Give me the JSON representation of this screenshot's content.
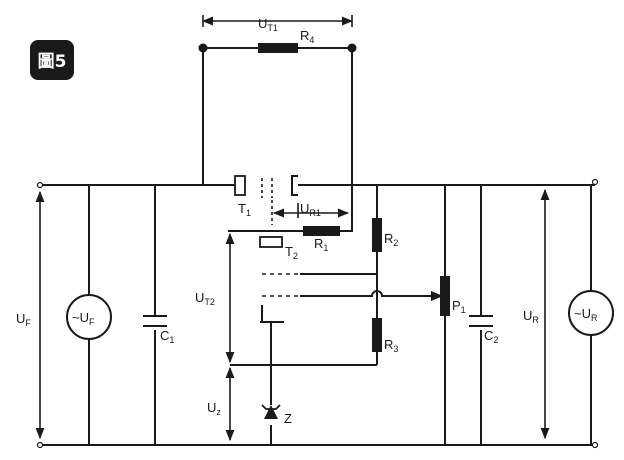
{
  "figure": {
    "badge": "圖5"
  },
  "labels": {
    "ut1": {
      "main": "U",
      "sub": "T1"
    },
    "r4": {
      "main": "R",
      "sub": "4"
    },
    "t1": {
      "main": "T",
      "sub": "1"
    },
    "ur1": {
      "main": "U",
      "sub": "R1"
    },
    "r1": {
      "main": "R",
      "sub": "1"
    },
    "t2": {
      "main": "T",
      "sub": "2"
    },
    "r2": {
      "main": "R",
      "sub": "2"
    },
    "ut2": {
      "main": "U",
      "sub": "T2"
    },
    "p1": {
      "main": "P",
      "sub": "1"
    },
    "r3": {
      "main": "R",
      "sub": "3"
    },
    "c1": {
      "main": "C",
      "sub": "1"
    },
    "c2": {
      "main": "C",
      "sub": "2"
    },
    "uf": {
      "main": "U",
      "sub": "F"
    },
    "ur": {
      "main": "U",
      "sub": "R"
    },
    "srcf": {
      "main": "~U",
      "sub": "F"
    },
    "srcr": {
      "main": "~U",
      "sub": "R"
    },
    "uz": {
      "main": "U",
      "sub": "z"
    },
    "z": {
      "main": "Z",
      "sub": ""
    }
  },
  "colors": {
    "ink": "#1a1a1a",
    "paper": "#ffffff"
  }
}
